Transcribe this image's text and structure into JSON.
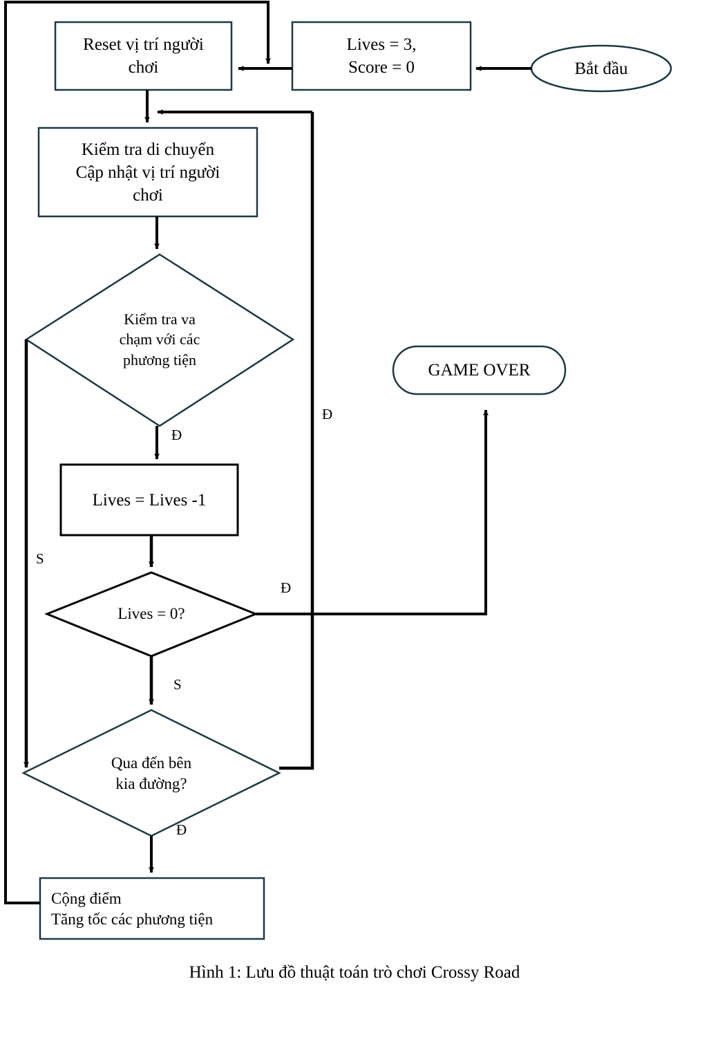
{
  "figure": {
    "caption": "Hình 1: Lưu đồ thuật toán trò chơi Crossy Road",
    "colors": {
      "shape_stroke": "#1b3a45",
      "connector_stroke": "#000000",
      "text": "#000000",
      "background": "#ffffff"
    }
  },
  "nodes": {
    "start": {
      "shape": "ellipse",
      "label": "Bắt đầu"
    },
    "init": {
      "shape": "process",
      "label": "Lives = 3,\nScore = 0"
    },
    "reset_position": {
      "shape": "process",
      "label": "Reset vị trí người\nchơi"
    },
    "update_move": {
      "shape": "process",
      "label": "Kiểm tra di chuyển\nCập nhật vị trí người\nchơi"
    },
    "collision_check": {
      "shape": "decision",
      "label": "Kiểm tra va\nchạm với các\nphương tiện"
    },
    "decrement_lives": {
      "shape": "process",
      "label": "Lives = Lives -1"
    },
    "lives_zero": {
      "shape": "decision",
      "label": "Lives = 0?"
    },
    "crossed_road": {
      "shape": "decision",
      "label": "Qua đến bên\nkia đường?"
    },
    "add_score": {
      "shape": "process",
      "label": "Cộng điểm\nTăng tốc các phương tiện"
    },
    "game_over": {
      "shape": "terminator",
      "label": "GAME OVER"
    }
  },
  "edge_labels": {
    "collision_yes": "Đ",
    "collision_no": "S",
    "lives_zero_yes": "Đ",
    "lives_zero_no": "S",
    "crossed_yes": "Đ",
    "crossed_no": "Đ"
  }
}
